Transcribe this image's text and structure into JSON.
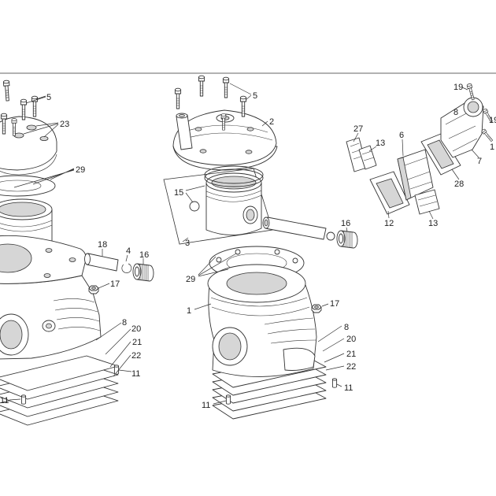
{
  "diagram": {
    "left": [
      "5",
      "23",
      "29",
      "18",
      "4",
      "16",
      "17",
      "8",
      "20",
      "21",
      "22",
      "11",
      "11"
    ],
    "center": [
      "5",
      "2",
      "15",
      "3",
      "16",
      "29",
      "1",
      "17",
      "8",
      "20",
      "21",
      "22",
      "11",
      "11"
    ],
    "right": [
      "19",
      "8",
      "19",
      "1",
      "27",
      "13",
      "6",
      "7",
      "28",
      "12",
      "13"
    ]
  },
  "colors": {
    "line": "#333333",
    "shade": "#d6d6d6",
    "background": "#ffffff"
  }
}
